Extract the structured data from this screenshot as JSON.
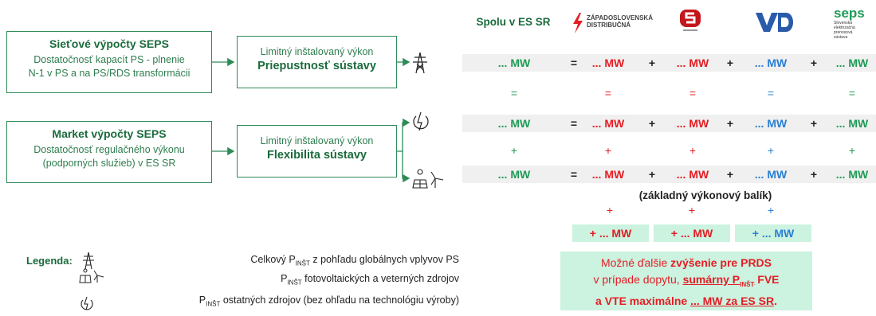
{
  "left": {
    "box1": {
      "title": "Sieťové výpočty SEPS",
      "line1": "Dostatočnosť kapacít PS -  plnenie",
      "line2": "N-1 v PS a na PS/RDS transformácii"
    },
    "box2": {
      "title": "Market výpočty SEPS",
      "line1": "Dostatočnosť regulačného výkonu",
      "line2": "(podporných služieb) v ES SR"
    },
    "mid1": {
      "line1": "Limitný inštalovaný výkon",
      "line2": "Priepustnosť sústavy"
    },
    "mid2": {
      "line1": "Limitný inštalovaný výkon",
      "line2": "Flexibilita sústavy"
    }
  },
  "header": {
    "spolu": "Spolu v ES SR",
    "zsd": "ZÁPADOSLOVENSKÁ DISTRIBUČNÁ",
    "seps": "seps",
    "seps_sub": "Slovenská elektrizačná prenosová sústava",
    "colors": {
      "zsd": "#e31e24",
      "ssd": "#c4161c",
      "vsd": "#2a5ba8",
      "seps": "#1e9b55"
    }
  },
  "table": {
    "rows": [
      {
        "total": "... MW",
        "eq": "=",
        "zsd": "... MW",
        "p1": "+",
        "ssd": "... MW",
        "p2": "+",
        "vsd": "... MW",
        "p3": "+",
        "seps": "... MW"
      },
      {
        "total": "=",
        "zsd": "=",
        "ssd": "=",
        "vsd": "=",
        "seps": "="
      },
      {
        "total": "... MW",
        "eq": "=",
        "zsd": "... MW",
        "p1": "+",
        "ssd": "... MW",
        "p2": "+",
        "vsd": "... MW",
        "p3": "+",
        "seps": "... MW"
      },
      {
        "total": "+",
        "zsd": "+",
        "ssd": "+",
        "vsd": "+",
        "seps": "+"
      },
      {
        "total": "... MW",
        "eq": "=",
        "zsd": "... MW",
        "p1": "+",
        "ssd": "... MW",
        "p2": "+",
        "vsd": "... MW",
        "p3": "+",
        "seps": "... MW"
      }
    ],
    "base_package": "(základný výkonový balík)",
    "extra": {
      "zsd_plus": "+",
      "ssd_plus": "+",
      "vsd_plus": "+",
      "zsd": "+ ... MW",
      "ssd": "+ ... MW",
      "vsd": "+ ... MW"
    }
  },
  "note": {
    "l1a": "Možné ďalšie ",
    "l1b": "zvýšenie pre PRDS",
    "l2a": "v prípade dopytu, ",
    "l2b": "sumárny P",
    "l2sub": "INŠT",
    "l2c": " FVE",
    "l3a": "a VTE maximálne ",
    "l3b": "... MW za ES SR",
    "l3c": "."
  },
  "legend": {
    "label": "Legenda:",
    "item1_p": "Celkový P",
    "item1_sub": "INŠT",
    "item1_rest": " z pohľadu globálnych vplyvov PS",
    "item2_p": "P",
    "item2_sub": "INŠT",
    "item2_rest": " fotovoltaických a veterných zdrojov",
    "item3_p": "P",
    "item3_sub": "INŠT",
    "item3_rest": " ostatných zdrojov (bez ohľadu na technológiu výroby)"
  }
}
